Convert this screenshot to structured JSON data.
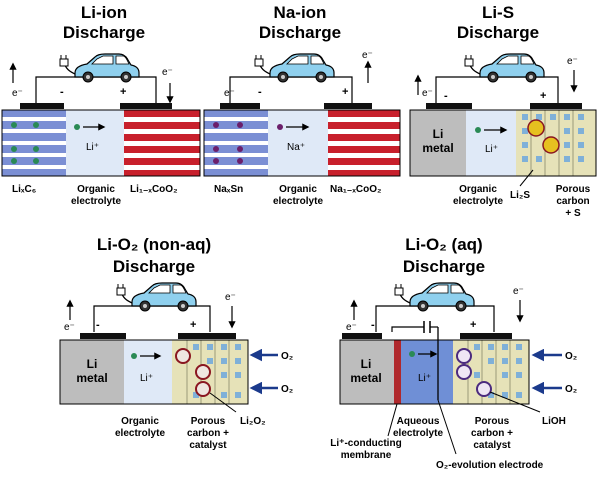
{
  "colors": {
    "stripe_blue": "#7b8fd4",
    "stripe_red": "#c8202c",
    "electrolyte": "#dfe9f7",
    "aq_electrolyte": "#6f8fd6",
    "li_metal": "#bdbdbd",
    "carbon": "#e6e2b8",
    "carbon_cell": "#7fb0d8",
    "s_particle": "#e6c020",
    "o_particle": "#8a1620",
    "lioh_particle": "#4b2a7e",
    "membrane": "#b0282c",
    "arrow": "#1b3a8c"
  },
  "icons": [
    "electric-car-icon",
    "plug-icon"
  ],
  "panels": {
    "liion": {
      "title1": "Li-ion",
      "title2": "Discharge",
      "e_left": "e⁻",
      "e_right": "e⁻",
      "minus": "-",
      "plus": "+",
      "ion": "Li⁺",
      "anode_label": "LiₓC₆",
      "electrolyte_label1": "Organic",
      "electrolyte_label2": "electrolyte",
      "cathode_label": "Li₁₋ₓCoO₂"
    },
    "naion": {
      "title1": "Na-ion",
      "title2": "Discharge",
      "e_left": "e⁻",
      "e_right": "e⁻",
      "minus": "-",
      "plus": "+",
      "ion": "Na⁺",
      "anode_label": "NaₓSn",
      "electrolyte_label1": "Organic",
      "electrolyte_label2": "electrolyte",
      "cathode_label": "Na₁₋ₓCoO₂"
    },
    "lis": {
      "title1": "Li-S",
      "title2": "Discharge",
      "e_left": "e⁻",
      "e_right": "e⁻",
      "minus": "-",
      "plus": "+",
      "ion": "Li⁺",
      "metal1": "Li",
      "metal2": "metal",
      "electrolyte_label1": "Organic",
      "electrolyte_label2": "electrolyte",
      "product": "Li₂S",
      "cathode_label1": "Porous",
      "cathode_label2": "carbon",
      "cathode_label3": "+ S"
    },
    "lio2_nonaq": {
      "title1": "Li-O₂ (non-aq)",
      "title2": "Discharge",
      "e_left": "e⁻",
      "e_right": "e⁻",
      "minus": "-",
      "plus": "+",
      "ion": "Li⁺",
      "metal1": "Li",
      "metal2": "metal",
      "o2_top": "O₂",
      "o2_bottom": "O₂",
      "electrolyte_label1": "Organic",
      "electrolyte_label2": "electrolyte",
      "cathode_label1": "Porous",
      "cathode_label2": "carbon +",
      "cathode_label3": "catalyst",
      "product": "Li₂O₂"
    },
    "lio2_aq": {
      "title1": "Li-O₂ (aq)",
      "title2": "Discharge",
      "e_left": "e⁻",
      "e_right": "e⁻",
      "minus": "-",
      "plus": "+",
      "ion": "Li⁺",
      "metal1": "Li",
      "metal2": "metal",
      "o2_top": "O₂",
      "o2_bottom": "O₂",
      "membrane_label1": "Li⁺-conducting",
      "membrane_label2": "membrane",
      "electrolyte_label1": "Aqueous",
      "electrolyte_label2": "electrolyte",
      "cathode_label1": "Porous",
      "cathode_label2": "carbon +",
      "cathode_label3": "catalyst",
      "product": "LiOH",
      "evolution_label": "O₂-evolution electrode"
    }
  }
}
